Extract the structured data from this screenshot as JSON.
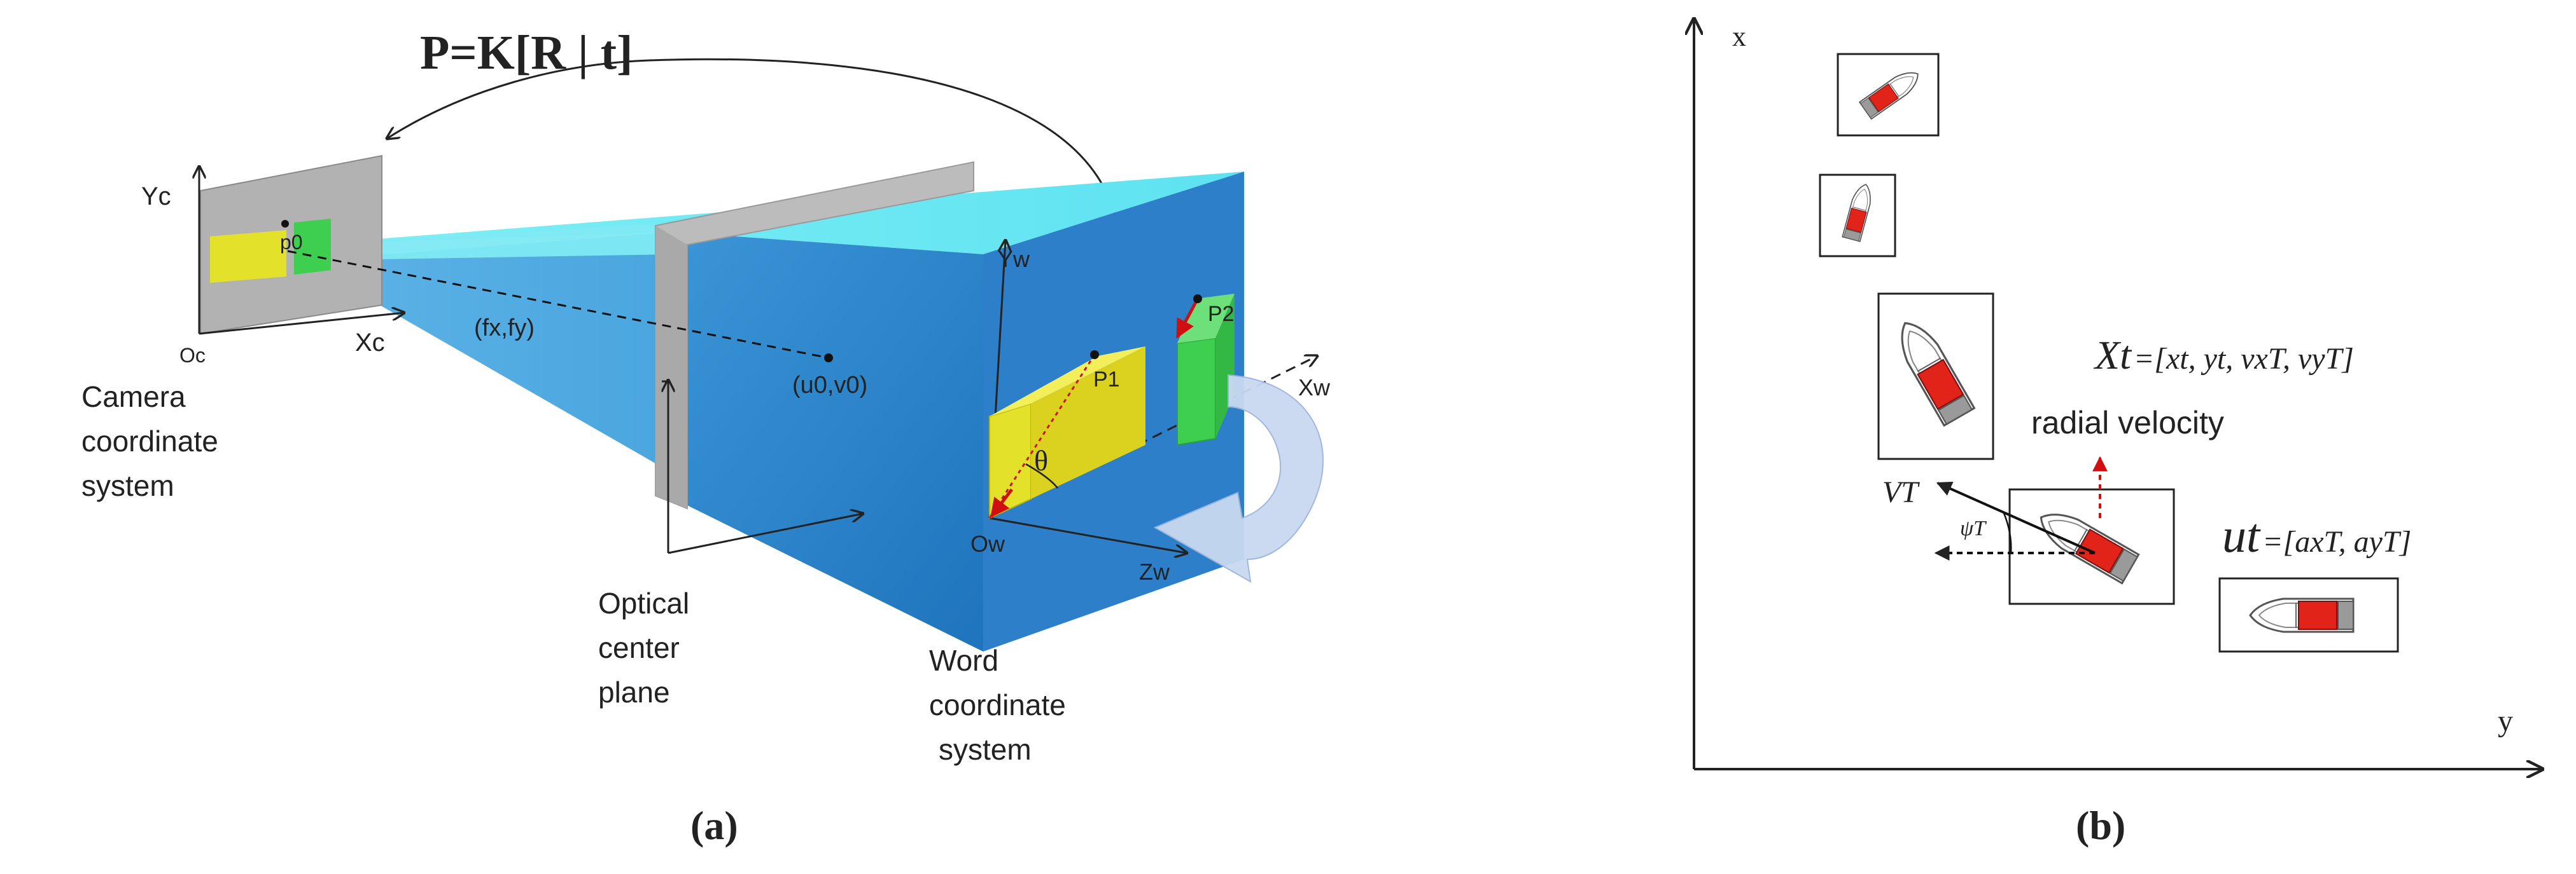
{
  "panel_a": {
    "equation": "P=K[R | t]",
    "caption": "(a)",
    "camera": {
      "y_axis": "Yc",
      "x_axis": "Xc",
      "origin": "Oc",
      "point": "p0",
      "focal": "(fx,fy)",
      "title_lines": [
        "Camera",
        "coordinate",
        "system"
      ]
    },
    "optical": {
      "principal_point": "(u0,v0)",
      "title_lines": [
        "Optical",
        "center",
        "plane"
      ]
    },
    "world": {
      "y_axis": "Yw",
      "x_axis": "Xw",
      "z_axis": "Zw",
      "origin": "Ow",
      "p1": "P1",
      "p2": "P2",
      "angle": "θ",
      "title_lines": [
        "Word",
        "coordinate",
        "system"
      ]
    }
  },
  "panel_b": {
    "caption": "(b)",
    "x_axis": "x",
    "y_axis": "y",
    "state_label": "Xt",
    "state_vector": "=[xt, yt, vxT, vyT]",
    "radial_label": "radial velocity",
    "velocity_label": "VT",
    "heading_label": "ψT",
    "control_label": "ut",
    "control_vector": "=[axT, ayT]"
  },
  "colors": {
    "frustum_light": "#6fe6f2",
    "frustum_dark": "#2f86cc",
    "plane_gray": "#b8b8b8",
    "box_yellow": "#e4e12a",
    "box_green": "#3fcf50",
    "boat_red": "#e2231a",
    "arrow_red": "#d01010",
    "rotation_arrow": "#c9d9f0"
  }
}
